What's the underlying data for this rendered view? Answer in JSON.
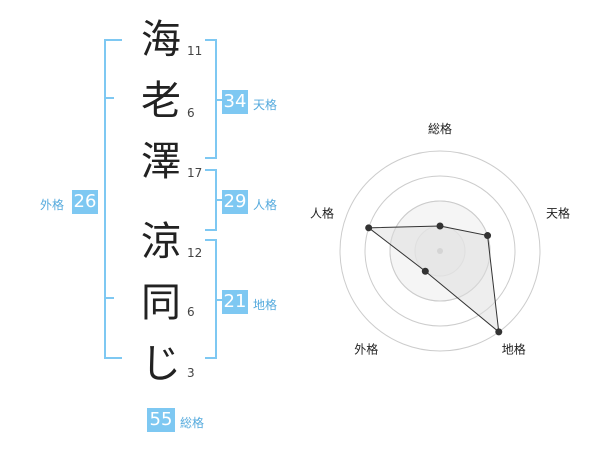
{
  "name": {
    "chars": [
      {
        "char": "海",
        "strokes": "11"
      },
      {
        "char": "老",
        "strokes": "6"
      },
      {
        "char": "澤",
        "strokes": "17"
      },
      {
        "char": "涼",
        "strokes": "12"
      },
      {
        "char": "同",
        "strokes": "6"
      },
      {
        "char": "じ",
        "strokes": "3"
      }
    ]
  },
  "fortune": {
    "tenkaku": {
      "value": "34",
      "label": "天格"
    },
    "jinkaku": {
      "value": "29",
      "label": "人格"
    },
    "chikaku": {
      "value": "21",
      "label": "地格"
    },
    "gaikaku": {
      "value": "26",
      "label": "外格"
    },
    "soukaku": {
      "value": "55",
      "label": "総格"
    }
  },
  "colors": {
    "accent": "#7ec8f2",
    "bracket": "#7ec8f2",
    "label": "#55aadd"
  },
  "chart_data": {
    "type": "radar",
    "axes": [
      "総格",
      "天格",
      "地格",
      "外格",
      "人格"
    ],
    "max": 4,
    "rings": 4,
    "values": [
      1,
      2,
      4,
      1,
      3
    ]
  }
}
